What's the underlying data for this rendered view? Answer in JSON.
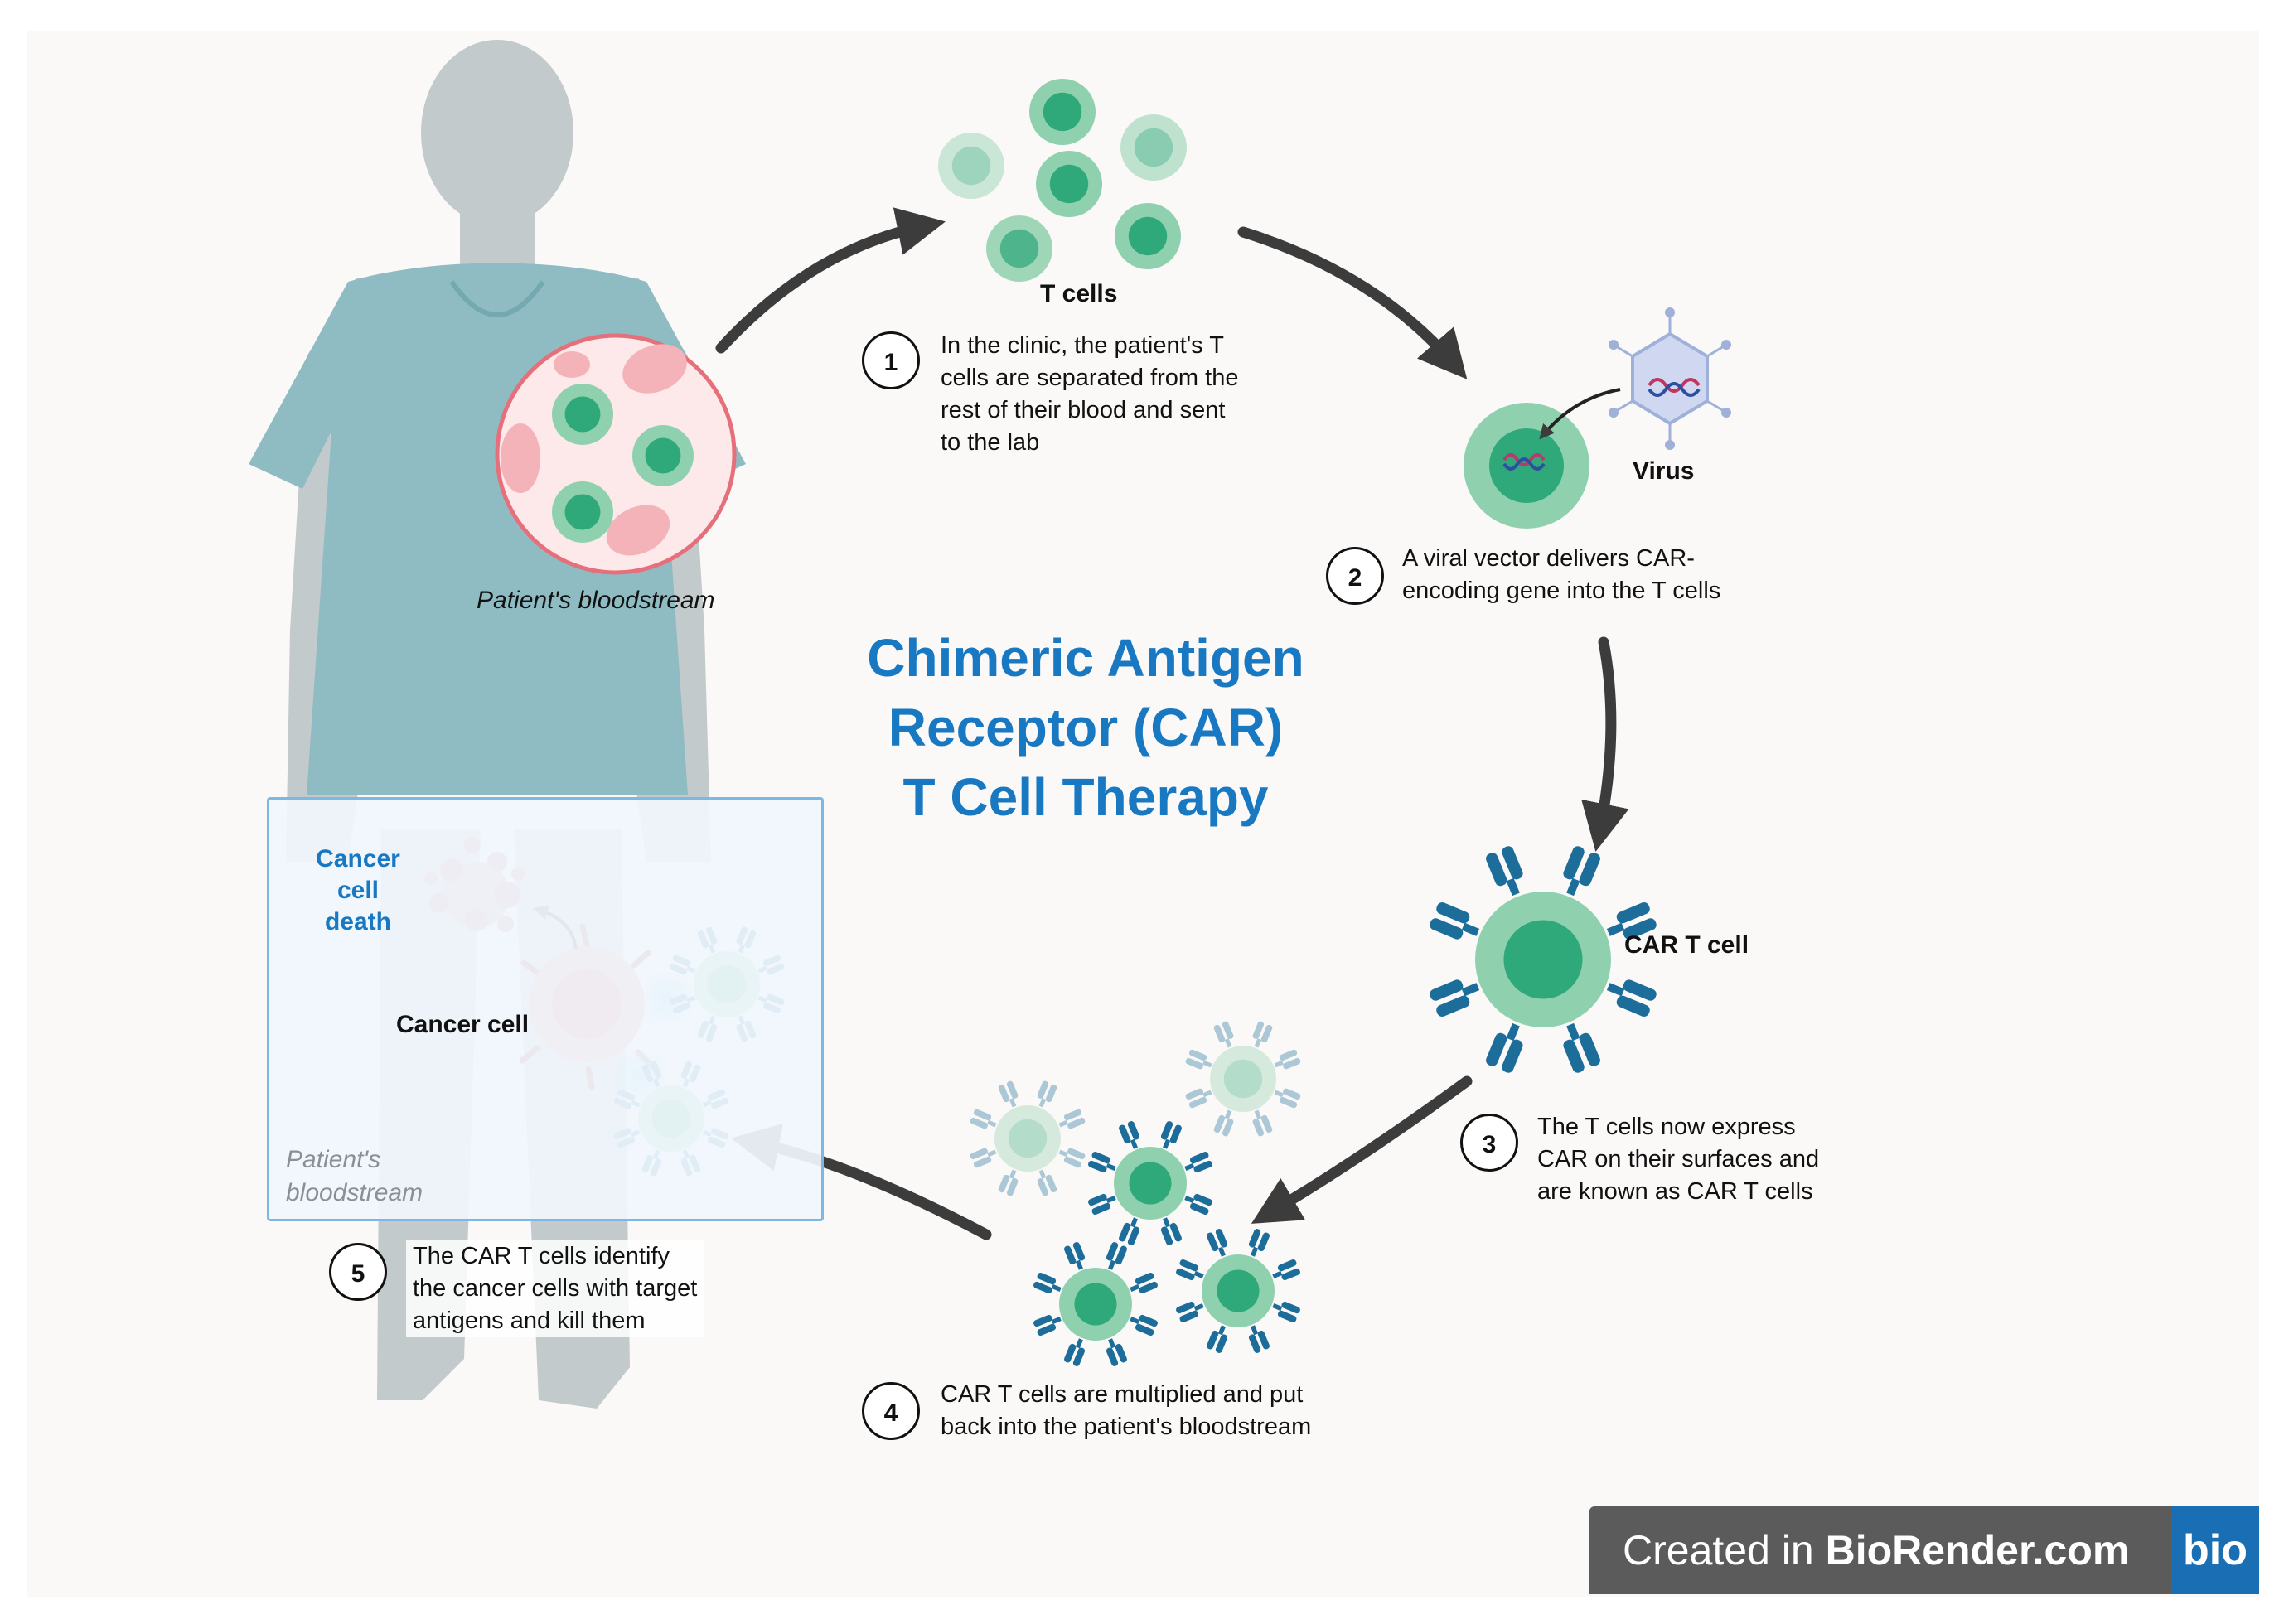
{
  "title": [
    "Chimeric Antigen",
    "Receptor (CAR)",
    "T Cell Therapy"
  ],
  "labels": {
    "t_cells": "T cells",
    "virus": "Virus",
    "car_t_cell": "CAR T cell",
    "patient_bloodstream": "Patient's bloodstream",
    "inset_bloodstream": "Patient's\nbloodstream",
    "cancer_cell": "Cancer cell",
    "cancer_cell_death": [
      "Cancer",
      "cell",
      "death"
    ]
  },
  "steps": [
    {
      "number": "1",
      "text": "In the clinic, the patient's T\ncells are separated from the\nrest of their blood and sent\nto the lab"
    },
    {
      "number": "2",
      "text": "A viral vector delivers CAR-\nencoding gene into the T cells"
    },
    {
      "number": "3",
      "text": "The T cells now express\nCAR on their surfaces and\nare known as CAR T cells"
    },
    {
      "number": "4",
      "text": "CAR T cells are multiplied and put\nback into the patient's bloodstream"
    },
    {
      "number": "5",
      "text": "The CAR T cells identify\nthe cancer cells with target\nantigens and kill them"
    }
  ],
  "footer": {
    "prefix": "Created in ",
    "brand": "BioRender.com",
    "logo": "bio"
  },
  "colors": {
    "title_blue": "#1878c2",
    "cell_green": "#8fd1ae",
    "cell_nucleus": "#2fa979",
    "receptor_blue": "#1d6d9a",
    "cancer_pink": "#e8858f",
    "figure_gray": "#c3cacb",
    "gown_blue": "#8fbcc3",
    "arrow_gray": "#3c3c3c"
  }
}
